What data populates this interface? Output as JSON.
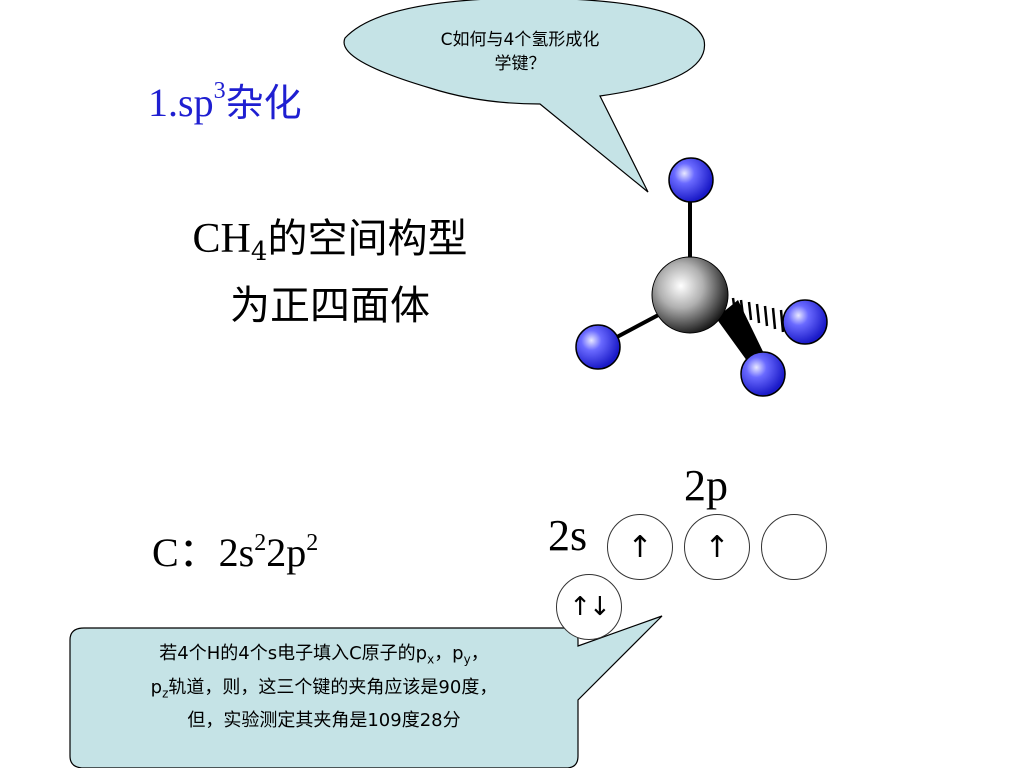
{
  "title": {
    "prefix": "1.sp",
    "sup": "3",
    "suffix": "杂化"
  },
  "ch4": {
    "formula_main": "CH",
    "formula_sub": "4",
    "line1_rest": "的空间构型",
    "line2": "为正四面体"
  },
  "config": {
    "prefix": "C：2s",
    "sup1": "2",
    "mid": "2p",
    "sup2": "2"
  },
  "orbitals": {
    "label_2s": "2s",
    "label_2p": "2p",
    "s_occupancy": "↑↓",
    "p_occupancy": [
      "↑",
      "↑",
      ""
    ]
  },
  "bubble_top": {
    "line1": "C如何与4个氢形成化",
    "line2": "学键？"
  },
  "bubble_bottom": {
    "l1_a": "若4个H的4个s电子填入C原子的p",
    "l1_sub1": "x",
    "l1_b": "，p",
    "l1_sub2": "y",
    "l1_c": "，",
    "l2_a": "p",
    "l2_sub": "z",
    "l2_b": "轨道，则，这三个键的夹角应该是90度，",
    "l3": "但，实验测定其夹角是109度28分"
  },
  "colors": {
    "title": "#1f1fd1",
    "bubble_fill": "#c5e3e6",
    "hydrogen": "#3a3ae8",
    "carbon": "#9a9a9a"
  }
}
